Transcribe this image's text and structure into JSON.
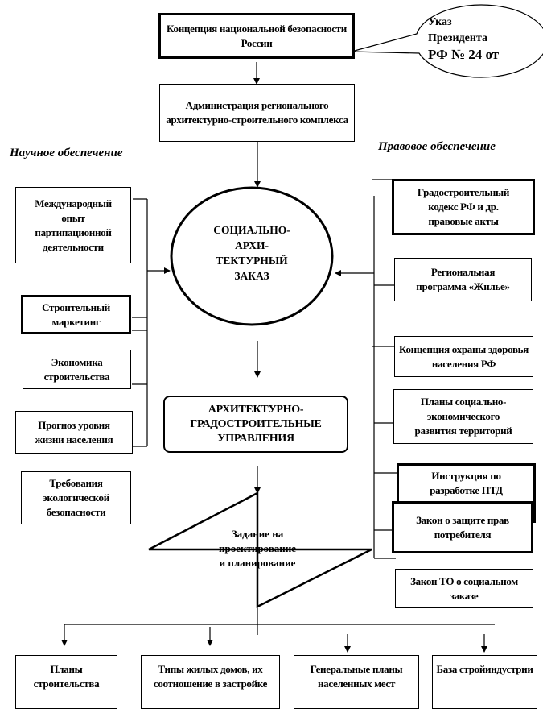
{
  "top": {
    "concept": "Концепция национальной безопасности России",
    "decree": [
      "Указ",
      "Президента",
      "РФ № 24 от"
    ],
    "administration": "Администрация регионального архитектурно-строительного комплекса"
  },
  "headings": {
    "scientific": "Научное обеспечение",
    "legal": "Правовое обеспечение"
  },
  "center": {
    "social_order": [
      "СОЦИАЛЬНО-",
      "АРХИ-",
      "ТЕКТУРНЫЙ",
      "ЗАКАЗ"
    ],
    "management": [
      "АРХИТЕКТУРНО-",
      "ГРАДОСТРОИТЕЛЬНЫЕ",
      "УПРАВЛЕНИЯ"
    ],
    "task": [
      "Задание на",
      "проектирование",
      "и планирование"
    ]
  },
  "left_items": [
    "Международный опыт партипационной деятельности",
    "Строительный маркетинг",
    "Экономика строительства",
    "Прогноз уровня жизни населения",
    "Требования экологической безопасности"
  ],
  "right_items": [
    "Градостроительный кодекс РФ и др. правовые акты",
    "Региональная программа «Жилье»",
    "Концепция охраны здоровья населения РФ",
    "Планы социально-экономического развития территорий",
    "Инструкция по разработке ПТД",
    "Закон о защите прав потребителя",
    "Закон ТО о социальном заказе"
  ],
  "outputs": [
    "Планы строительства",
    "Типы жилых домов, их соотношение в застройке",
    "Генеральные планы населенных мест",
    "База стройиндустрии"
  ]
}
